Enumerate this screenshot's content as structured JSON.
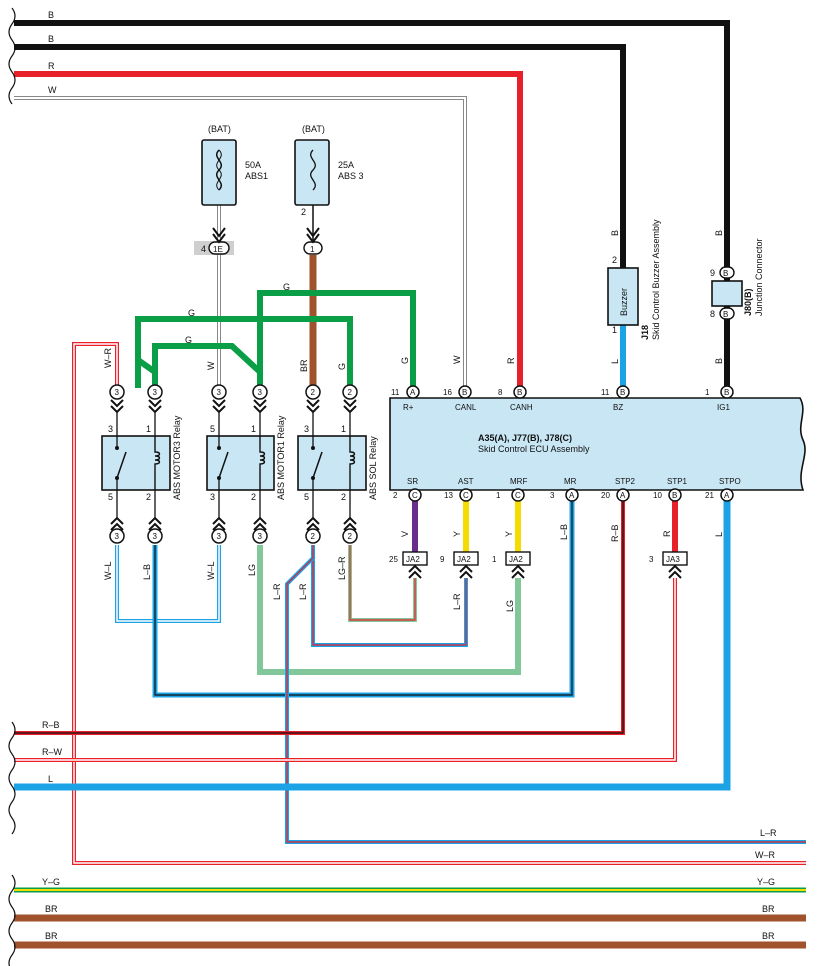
{
  "colors": {
    "black": "#111111",
    "red": "#e8202a",
    "white_w": "#9a9a9a",
    "blue": "#1ca3e6",
    "green": "#0a9e47",
    "lightgreen": "#82c79a",
    "brown": "#a0522d",
    "purple": "#6b2d8c",
    "yellow": "#f5dc00",
    "panel": "#c9e6f4"
  },
  "top_wires": {
    "w1": "B",
    "w2": "B",
    "w3": "R",
    "w4": "W"
  },
  "fuses": [
    {
      "source": "(BAT)",
      "rating": "50A",
      "name": "ABS1"
    },
    {
      "source": "(BAT)",
      "rating": "25A",
      "name": "ABS 3"
    }
  ],
  "fuse_pins": {
    "fuse2_pin": "2"
  },
  "junction_1e": {
    "pin": "4",
    "id": "1E"
  },
  "junction_1": {
    "id": "1"
  },
  "wire_labels": {
    "g1": "G",
    "g2": "G",
    "g3": "G",
    "w_left": "W",
    "br": "BR",
    "g_sol": "G",
    "g_rplus": "G",
    "w_canl": "W",
    "r_canh": "R",
    "l_bz": "L",
    "b_ig1": "B",
    "b_buzzer_top": "B",
    "b_jc_top": "B",
    "w_r": "W–R",
    "w_l1": "W–L",
    "l_b1": "L–B",
    "w_l2": "W–L",
    "lg": "LG",
    "l_r1": "L–R",
    "lg_r": "LG–R",
    "v": "V",
    "y1": "Y",
    "y2": "Y",
    "l_b2": "L–B",
    "r_b": "R–B",
    "r": "R",
    "l": "L",
    "l_r2": "L–R",
    "lg2": "LG",
    "l_r3": "L–R"
  },
  "buzzer": {
    "label": "Buzzer",
    "pin_top": "2",
    "pin_bottom": "1",
    "id": "J18",
    "name": "Skid Control Buzzer Assembly"
  },
  "junction_conn": {
    "pin_top": "9",
    "pin_bottom": "8",
    "top": "B",
    "bottom": "B",
    "id": "J80(B)",
    "name": "Junction Connector"
  },
  "relays": [
    {
      "name": "ABS MOTOR3 Relay",
      "top_pins": [
        "3",
        "1"
      ],
      "bottom_pins": [
        "5",
        "2"
      ]
    },
    {
      "name": "ABS MOTOR1 Relay",
      "top_pins": [
        "5",
        "1"
      ],
      "bottom_pins": [
        "3",
        "2"
      ]
    },
    {
      "name": "ABS SOL Relay",
      "top_pins": [
        "3",
        "1"
      ],
      "bottom_pins": [
        "5",
        "2"
      ]
    }
  ],
  "relay_connectors": {
    "top": [
      "3",
      "3",
      "3",
      "3",
      "2",
      "2"
    ],
    "bottom": [
      "3",
      "3",
      "3",
      "3",
      "2",
      "2"
    ]
  },
  "ecu": {
    "title": "A35(A), J77(B), J78(C)",
    "subtitle": "Skid Control ECU Assembly",
    "top_terms": [
      {
        "num": "11",
        "conn": "A",
        "label": "R+"
      },
      {
        "num": "16",
        "conn": "B",
        "label": "CANL"
      },
      {
        "num": "8",
        "conn": "B",
        "label": "CANH"
      },
      {
        "num": "11",
        "conn": "B",
        "label": "BZ"
      },
      {
        "num": "1",
        "conn": "B",
        "label": "IG1"
      }
    ],
    "bottom_terms": [
      {
        "num": "2",
        "conn": "C",
        "label": "SR"
      },
      {
        "num": "13",
        "conn": "C",
        "label": "AST"
      },
      {
        "num": "1",
        "conn": "C",
        "label": "MRF"
      },
      {
        "num": "3",
        "conn": "A",
        "label": "MR"
      },
      {
        "num": "20",
        "conn": "A",
        "label": "STP2"
      },
      {
        "num": "10",
        "conn": "B",
        "label": "STP1"
      },
      {
        "num": "21",
        "conn": "A",
        "label": "STPO"
      }
    ]
  },
  "ja_connectors": [
    {
      "num": "25",
      "id": "JA2"
    },
    {
      "num": "9",
      "id": "JA2"
    },
    {
      "num": "1",
      "id": "JA2"
    },
    {
      "num": "3",
      "id": "JA3"
    }
  ],
  "bottom_wires": {
    "left_rb": "R–B",
    "left_rw": "R–W",
    "left_l": "L",
    "right_lr": "L–R",
    "right_wr": "W–R",
    "left_yg": "Y–G",
    "right_yg": "Y–G",
    "left_br1": "BR",
    "right_br1": "BR",
    "left_br2": "BR",
    "right_br2": "BR"
  }
}
